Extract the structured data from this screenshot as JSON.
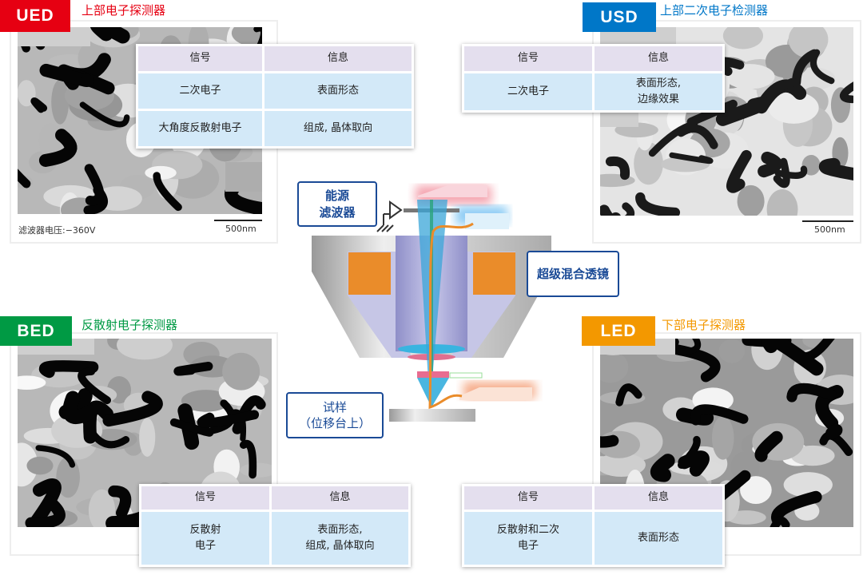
{
  "colors": {
    "ued": "#e60012",
    "usd": "#0077c8",
    "bed": "#009a44",
    "led": "#f39800",
    "callout": "#1a4a96",
    "header_row": "#e4dfee",
    "body_row": "#d3e9f8"
  },
  "ued": {
    "badge": "UED",
    "title": "上部电子探测器",
    "caption": "滤波器电压:−360V",
    "scale": "500nm",
    "table": {
      "headers": [
        "信号",
        "信息"
      ],
      "rows": [
        [
          "二次电子",
          "表面形态"
        ],
        [
          "大角度反散射电子",
          "组成, 晶体取向"
        ]
      ]
    }
  },
  "usd": {
    "badge": "USD",
    "title": "上部二次电子检测器",
    "scale": "500nm",
    "table": {
      "headers": [
        "信号",
        "信息"
      ],
      "rows": [
        [
          "二次电子",
          "表面形态,\n边缘效果"
        ]
      ]
    }
  },
  "bed": {
    "badge": "BED",
    "title": "反散射电子探测器",
    "table": {
      "headers": [
        "信号",
        "信息"
      ],
      "rows": [
        [
          "反散射\n电子",
          "表面形态,\n组成, 晶体取向"
        ]
      ]
    }
  },
  "led": {
    "badge": "LED",
    "title": "下部电子探测器",
    "table": {
      "headers": [
        "信号",
        "信息"
      ],
      "rows": [
        [
          "反散射和二次\n电子",
          "表面形态"
        ]
      ]
    }
  },
  "diagram": {
    "energy_filter": "能源\n滤波器",
    "lens": "超级混合透镜",
    "specimen": "试样\n（位移台上）"
  }
}
